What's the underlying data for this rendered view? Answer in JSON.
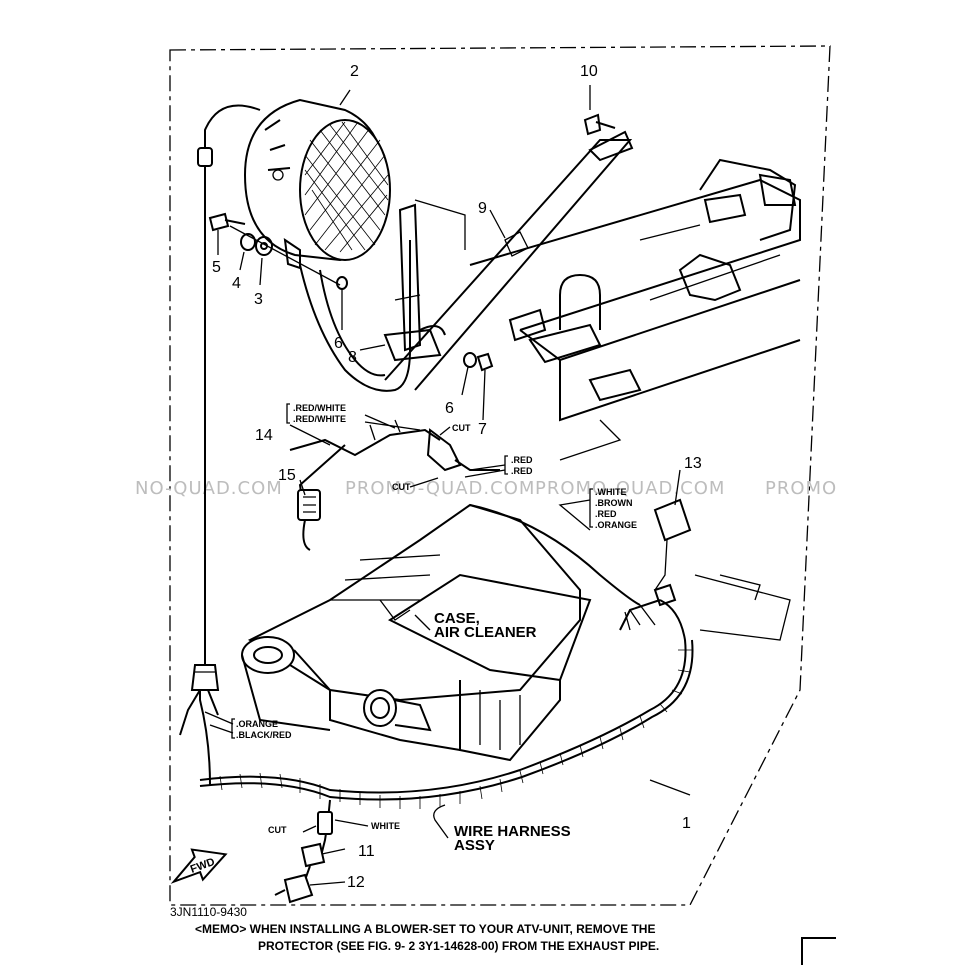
{
  "parts": {
    "p1": "1",
    "p2": "2",
    "p3": "3",
    "p4": "4",
    "p5": "5",
    "p6a": "6",
    "p6b": "6",
    "p7": "7",
    "p8": "8",
    "p9": "9",
    "p10": "10",
    "p11": "11",
    "p12": "12",
    "p13": "13",
    "p14": "14",
    "p15": "15"
  },
  "wire_colors": {
    "group_top": [
      ".RED/WHITE",
      ".RED/WHITE"
    ],
    "group_right": [
      ".RED",
      ".RED"
    ],
    "group_13": [
      ".WHITE",
      ".BROWN",
      ".RED",
      ".ORANGE"
    ],
    "group_bottom": [
      ".ORANGE",
      ".BLACK/RED"
    ],
    "white": "WHITE"
  },
  "callouts": {
    "cut1": "CUT",
    "cut2": "CUT",
    "cut3": "CUT",
    "case_line1": "CASE,",
    "case_line2": "AIR CLEANER",
    "harness_line1": "WIRE HARNESS",
    "harness_line2": "ASSY",
    "fwd": "FWD"
  },
  "watermarks": [
    "NO-QUAD.COM",
    "PROMO-QUAD.COM",
    "PROMO-QUAD.COM",
    "PROMO"
  ],
  "drawing_code": "3JN1110-9430",
  "memo": {
    "line1": "<MEMO> WHEN INSTALLING A BLOWER-SET TO YOUR ATV-UNIT, REMOVE THE",
    "line2": "PROTECTOR (SEE FIG. 9- 2 3Y1-14628-00) FROM THE EXHAUST PIPE."
  }
}
